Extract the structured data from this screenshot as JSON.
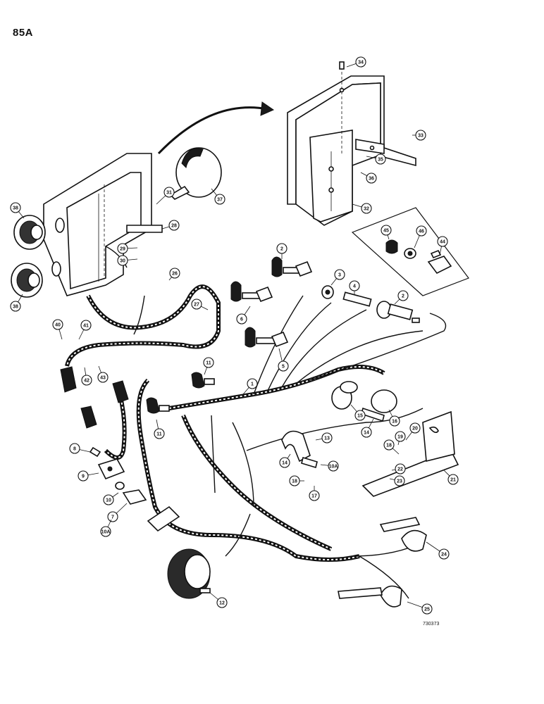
{
  "page": {
    "number": "85A",
    "drawing_number": "730373"
  },
  "callouts": [
    {
      "id": "34"
    },
    {
      "id": "33"
    },
    {
      "id": "35"
    },
    {
      "id": "36"
    },
    {
      "id": "32"
    },
    {
      "id": "45"
    },
    {
      "id": "46"
    },
    {
      "id": "44"
    },
    {
      "id": "31"
    },
    {
      "id": "37"
    },
    {
      "id": "38a"
    },
    {
      "id": "38b"
    },
    {
      "id": "28"
    },
    {
      "id": "29"
    },
    {
      "id": "30"
    },
    {
      "id": "26"
    },
    {
      "id": "27"
    },
    {
      "id": "2"
    },
    {
      "id": "3"
    },
    {
      "id": "4"
    },
    {
      "id": "2b"
    },
    {
      "id": "6"
    },
    {
      "id": "5"
    },
    {
      "id": "40"
    },
    {
      "id": "41"
    },
    {
      "id": "42"
    },
    {
      "id": "43"
    },
    {
      "id": "11a"
    },
    {
      "id": "1"
    },
    {
      "id": "11b"
    },
    {
      "id": "15"
    },
    {
      "id": "14a"
    },
    {
      "id": "16a"
    },
    {
      "id": "13"
    },
    {
      "id": "14b"
    },
    {
      "id": "10A"
    },
    {
      "id": "18"
    },
    {
      "id": "17"
    },
    {
      "id": "20"
    },
    {
      "id": "19"
    },
    {
      "id": "18b"
    },
    {
      "id": "22"
    },
    {
      "id": "23"
    },
    {
      "id": "21"
    },
    {
      "id": "8"
    },
    {
      "id": "9"
    },
    {
      "id": "10"
    },
    {
      "id": "7"
    },
    {
      "id": "10Ab"
    },
    {
      "id": "24"
    },
    {
      "id": "25"
    },
    {
      "id": "12"
    }
  ],
  "labels": {
    "34": "34",
    "33": "33",
    "35": "35",
    "36": "36",
    "32": "32",
    "45": "45",
    "46": "46",
    "44": "44",
    "31": "31",
    "37": "37",
    "38a": "38",
    "38b": "38",
    "28": "28",
    "29": "29",
    "30": "30",
    "26": "26",
    "27": "27",
    "2": "2",
    "3": "3",
    "4": "4",
    "2b": "2",
    "6": "6",
    "5": "5",
    "40": "40",
    "41": "41",
    "42": "42",
    "43": "43",
    "11a": "11",
    "1": "1",
    "11b": "11",
    "15": "15",
    "14a": "14",
    "16a": "16",
    "13": "13",
    "14b": "14",
    "10A": "10A",
    "18": "18",
    "17": "17",
    "20": "20",
    "19": "19",
    "18b": "18",
    "22": "22",
    "23": "23",
    "21": "21",
    "8": "8",
    "9": "9",
    "10": "10",
    "7": "7",
    "10Ab": "10A",
    "24": "24",
    "25": "25",
    "12": "12"
  }
}
